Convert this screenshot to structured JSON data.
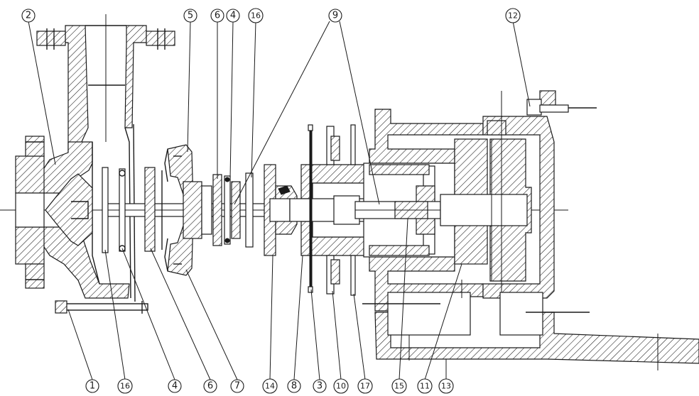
{
  "callouts": [
    {
      "id": "c-2",
      "text": "2"
    },
    {
      "id": "c-5",
      "text": "5"
    },
    {
      "id": "c-6-top",
      "text": "6"
    },
    {
      "id": "c-4-top",
      "text": "4"
    },
    {
      "id": "c-16-top",
      "text": "16"
    },
    {
      "id": "c-9",
      "text": "9"
    },
    {
      "id": "c-12",
      "text": "12"
    },
    {
      "id": "c-1",
      "text": "1"
    },
    {
      "id": "c-16-bot",
      "text": "16"
    },
    {
      "id": "c-4-bot",
      "text": "4"
    },
    {
      "id": "c-6-bot",
      "text": "6"
    },
    {
      "id": "c-7",
      "text": "7"
    },
    {
      "id": "c-14",
      "text": "14"
    },
    {
      "id": "c-8",
      "text": "8"
    },
    {
      "id": "c-3",
      "text": "3"
    },
    {
      "id": "c-10",
      "text": "10"
    },
    {
      "id": "c-17",
      "text": "17"
    },
    {
      "id": "c-15",
      "text": "15"
    },
    {
      "id": "c-11",
      "text": "11"
    },
    {
      "id": "c-13",
      "text": "13"
    }
  ]
}
